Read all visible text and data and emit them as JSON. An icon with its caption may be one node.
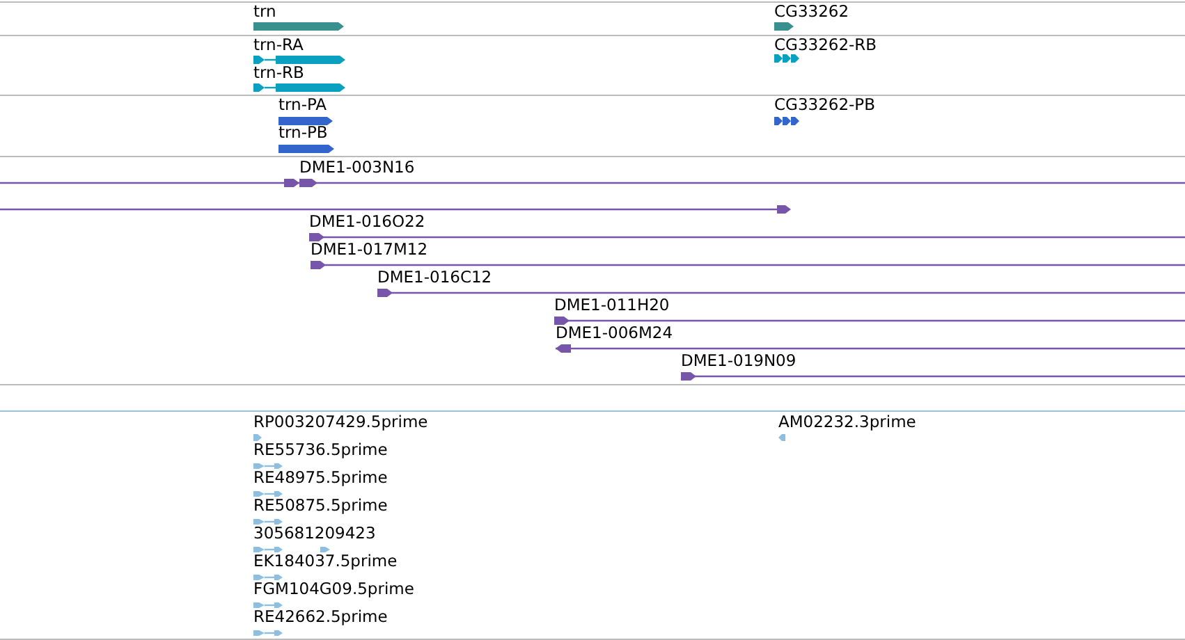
{
  "diagram": {
    "labels": [
      "trn",
      "CG33262",
      "trn-RA",
      "CG33262-RB",
      "trn-RB",
      "trn-PA",
      "CG33262-PB",
      "trn-PB",
      "DME1-003N16",
      "DME1-016O22",
      "DME1-017M12",
      "DME1-016C12",
      "DME1-011H20",
      "DME1-006M24",
      "DME1-019N09",
      "RP003207429.5prime",
      "AM02232.3prime",
      "RE55736.5prime",
      "RE48975.5prime",
      "RE50875.5prime",
      "305681209423",
      "EK184037.5prime",
      "FGM104G09.5prime",
      "RE42662.5prime"
    ]
  }
}
